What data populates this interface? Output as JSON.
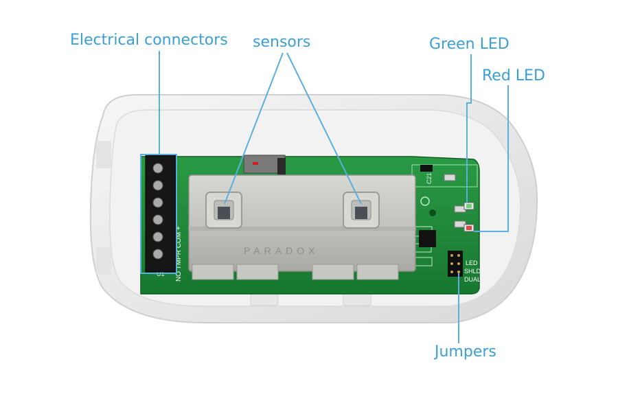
{
  "labels": {
    "electrical_connectors": "Electrical connectors",
    "sensors": "sensors",
    "green_led": "Green LED",
    "red_led": "Red LED",
    "jumpers": "Jumpers"
  },
  "board": {
    "brand_text": "PARADOX",
    "terminal_text": "NO TMPR COM +",
    "jumper_labels": [
      "LED",
      "SHLD",
      "DUAL"
    ],
    "component_ref": "C21"
  },
  "colors": {
    "label_text": "#3a9fd6",
    "leader_line": "#5aaee0",
    "pcb": "#1f8a3a",
    "casing": "#ebebeb",
    "shield": "#c9c9c4",
    "terminal_block": "#1a1a1a"
  }
}
